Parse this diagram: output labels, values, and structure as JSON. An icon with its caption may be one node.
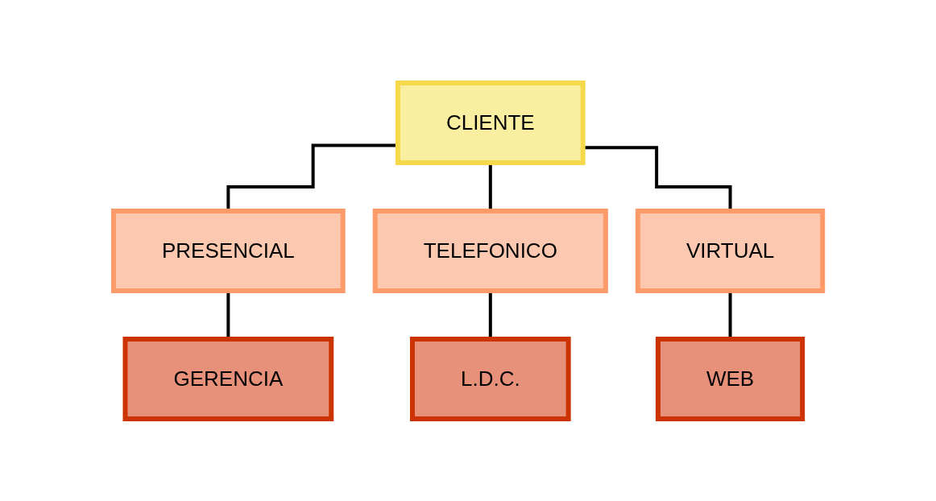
{
  "diagram": {
    "nodes": [
      {
        "text": [
          "CLIENTE"
        ]
      },
      {
        "text": [
          "PRESENCIAL"
        ]
      },
      {
        "text": [
          "TELEFONICO"
        ]
      },
      {
        "text": [
          "VIRTUAL"
        ]
      },
      {
        "text": [
          "GERENCIA"
        ]
      },
      {
        "text": [
          "L.D.C."
        ]
      },
      {
        "text": [
          "WEB"
        ]
      }
    ],
    "edges": [
      {
        "from": 0,
        "to": 1,
        "arrow": "none"
      },
      {
        "from": 0,
        "to": 2,
        "arrow": "none"
      },
      {
        "from": 0,
        "to": 3,
        "arrow": "none"
      },
      {
        "from": 1,
        "to": 4,
        "arrow": "none"
      },
      {
        "from": 2,
        "to": 5,
        "arrow": "none"
      },
      {
        "from": 3,
        "to": 6,
        "arrow": "none"
      }
    ]
  }
}
